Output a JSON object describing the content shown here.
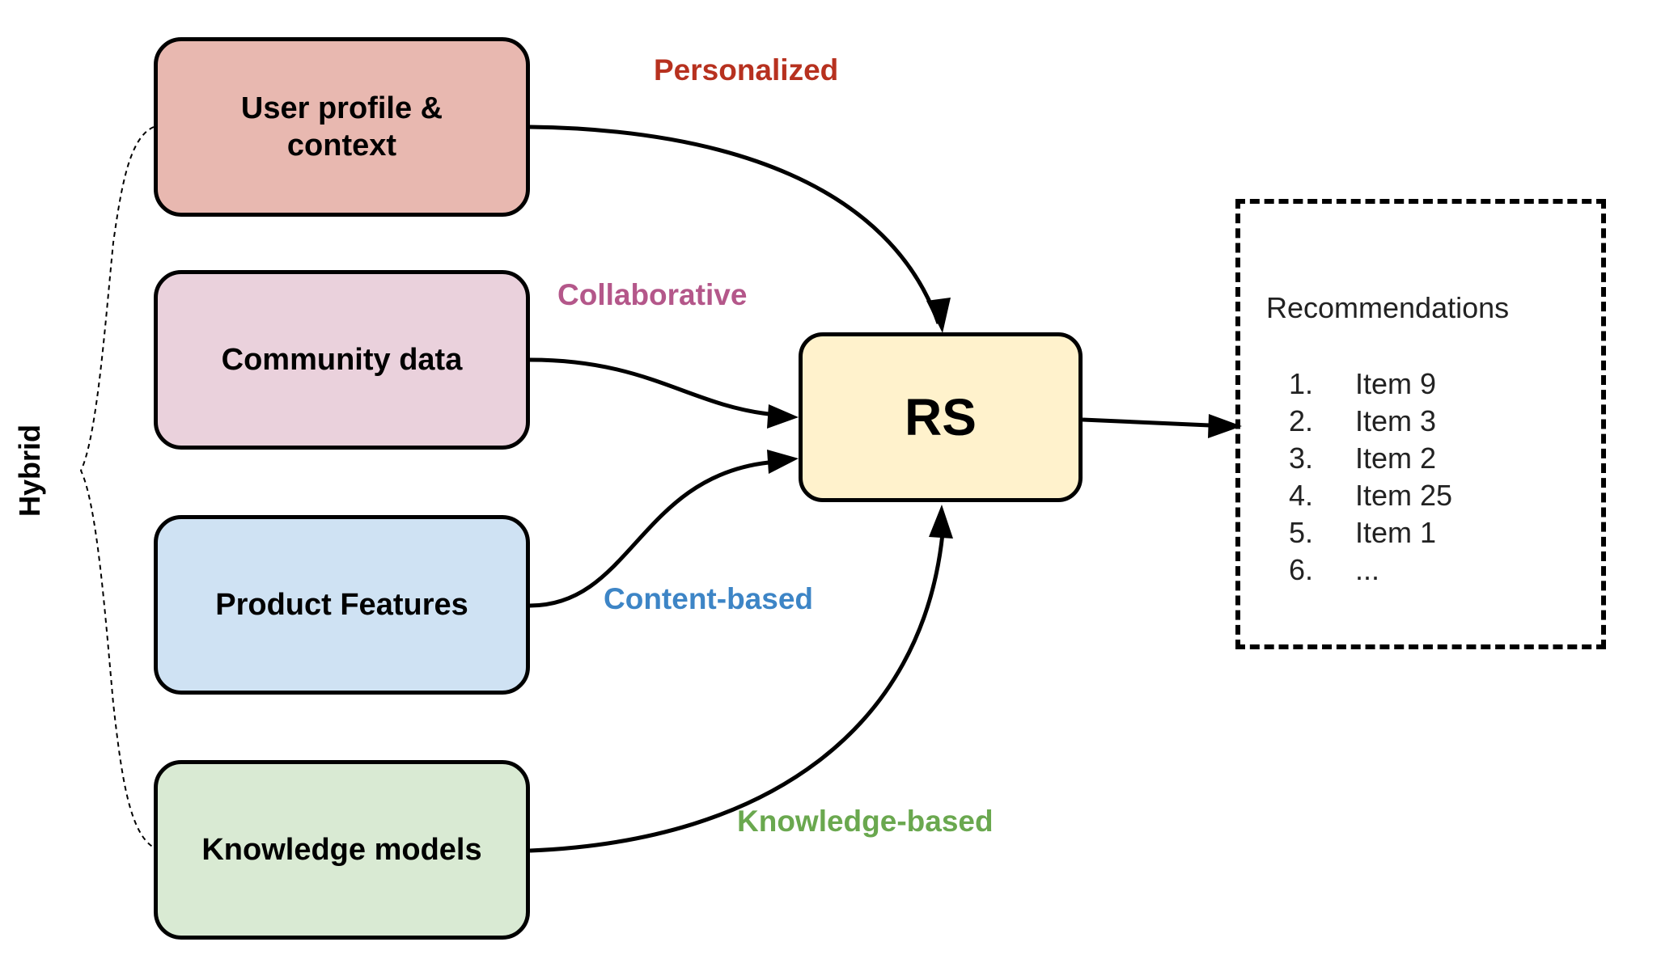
{
  "sources": [
    {
      "id": "user-profile",
      "label": "User profile &\ncontext",
      "fill": "#e8b8b0"
    },
    {
      "id": "community-data",
      "label": "Community data",
      "fill": "#ead1dc"
    },
    {
      "id": "product-features",
      "label": "Product Features",
      "fill": "#cfe2f3"
    },
    {
      "id": "knowledge-models",
      "label": "Knowledge models",
      "fill": "#d9ead3"
    }
  ],
  "flows": [
    {
      "label": "Personalized",
      "color": "#b7311f"
    },
    {
      "label": "Collaborative",
      "color": "#b4578a"
    },
    {
      "label": "Content-based",
      "color": "#3d85c6"
    },
    {
      "label": "Knowledge-based",
      "color": "#6aa84f"
    }
  ],
  "hybrid_label": "Hybrid",
  "center": {
    "label": "RS",
    "fill": "#fff2cc"
  },
  "recommendations": {
    "title": "Recommendations",
    "items": [
      {
        "num": "1.",
        "text": "Item 9"
      },
      {
        "num": "2.",
        "text": "Item 3"
      },
      {
        "num": "3.",
        "text": "Item 2"
      },
      {
        "num": "4.",
        "text": "Item 25"
      },
      {
        "num": "5.",
        "text": "Item 1"
      },
      {
        "num": "6.",
        "text": "..."
      }
    ]
  }
}
